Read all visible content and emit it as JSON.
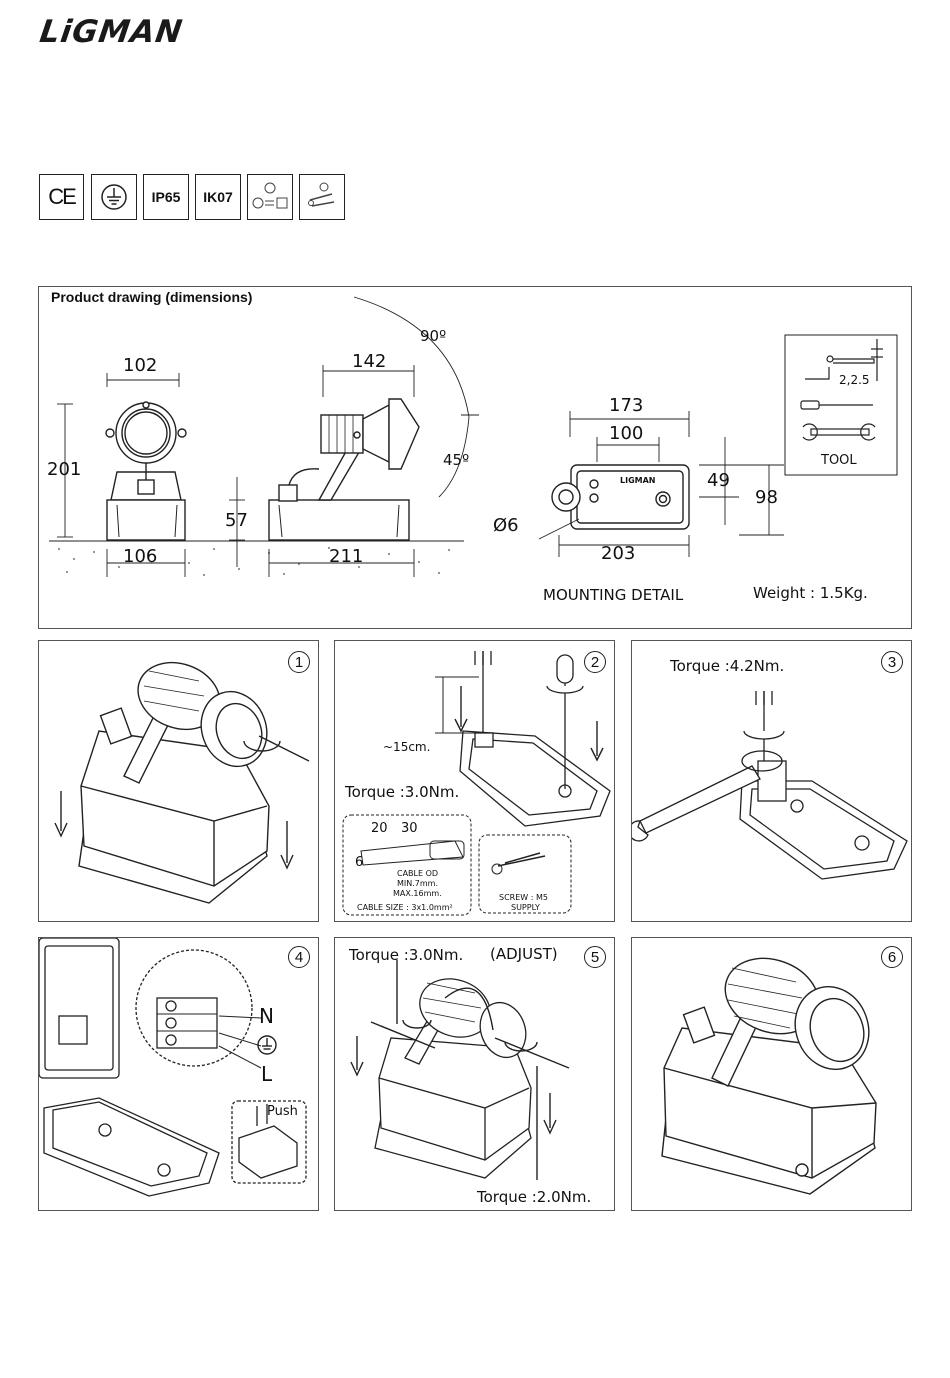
{
  "brand": "LiGMAN",
  "certifications": [
    {
      "label": "CE",
      "icon": "ce-mark-icon"
    },
    {
      "label": "",
      "icon": "earth-ground-icon"
    },
    {
      "label": "IP65",
      "icon": "ip-rating-icon"
    },
    {
      "label": "IK07",
      "icon": "ik-rating-icon"
    },
    {
      "label": "",
      "icon": "voltage-switch-icon"
    },
    {
      "label": "",
      "icon": "adjustable-tool-icon"
    }
  ],
  "drawing": {
    "title": "Product drawing (dimensions)",
    "dims": {
      "front_width": "102",
      "front_height": "201",
      "front_base": "106",
      "side_width": "142",
      "side_base": "211",
      "side_height": "57",
      "angle_up": "90º",
      "angle_down": "45º",
      "mount_outer": "173",
      "mount_inner": "100",
      "mount_base": "203",
      "mount_h1": "49",
      "mount_h2": "98",
      "hole": "Ø6",
      "tool_size": "2,2.5"
    },
    "tool_label": "TOOL",
    "mounting_label": "MOUNTING DETAIL",
    "weight": "Weight : 1.5Kg.",
    "mounting_plate_text": "LIGMAN"
  },
  "steps": [
    {
      "num": "1"
    },
    {
      "num": "2",
      "length": "~15cm.",
      "torque": "Torque :3.0Nm.",
      "cable": {
        "d1": "20",
        "d2": "30",
        "d3": "6",
        "od1": "CABLE OD",
        "od2": "MIN.7mm.",
        "od3": "MAX.16mm.",
        "size": "CABLE SIZE : 3x1.0mm²"
      },
      "screw": {
        "l1": "SCREW : M5",
        "l2": "SUPPLY"
      }
    },
    {
      "num": "3",
      "torque": "Torque :4.2Nm."
    },
    {
      "num": "4",
      "n": "N",
      "l": "L",
      "push": "Push"
    },
    {
      "num": "5",
      "torque_top": "Torque :3.0Nm.",
      "adjust": "(ADJUST)",
      "torque_bottom": "Torque :2.0Nm."
    },
    {
      "num": "6"
    }
  ]
}
